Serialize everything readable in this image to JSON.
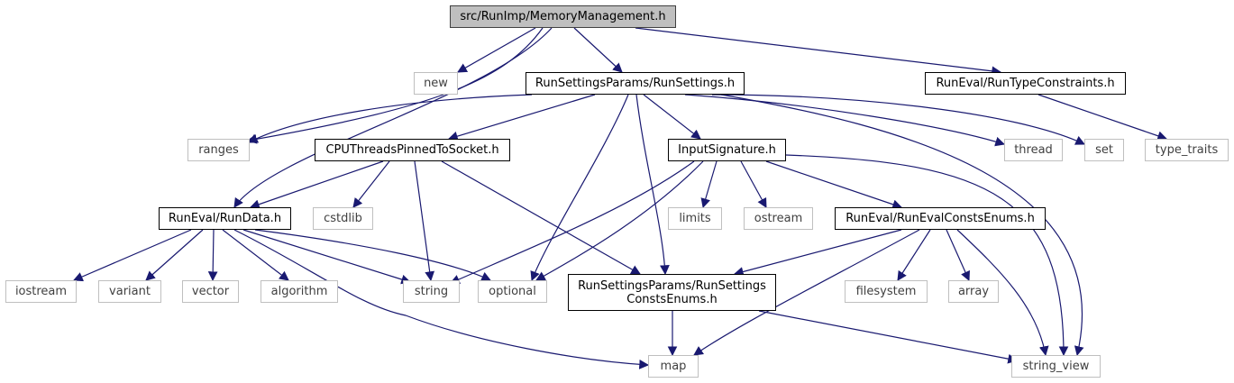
{
  "title": "src/RunImp/MemoryManagement.h",
  "colors": {
    "edge": "#191970",
    "local_border": "#000000",
    "system_border": "#bfbfbf",
    "root_fill": "#bfbfbf"
  },
  "nodes": {
    "memory_management": {
      "label": "src/RunImp/MemoryManagement.h",
      "kind": "root"
    },
    "new": {
      "label": "new",
      "kind": "system"
    },
    "run_settings": {
      "label": "RunSettingsParams/RunSettings.h",
      "kind": "local"
    },
    "run_type_constraints": {
      "label": "RunEval/RunTypeConstraints.h",
      "kind": "local"
    },
    "ranges": {
      "label": "ranges",
      "kind": "system"
    },
    "cpu_threads": {
      "label": "CPUThreadsPinnedToSocket.h",
      "kind": "local"
    },
    "input_signature": {
      "label": "InputSignature.h",
      "kind": "local"
    },
    "thread": {
      "label": "thread",
      "kind": "system"
    },
    "set": {
      "label": "set",
      "kind": "system"
    },
    "type_traits": {
      "label": "type_traits",
      "kind": "system"
    },
    "run_data": {
      "label": "RunEval/RunData.h",
      "kind": "local"
    },
    "cstdlib": {
      "label": "cstdlib",
      "kind": "system"
    },
    "limits": {
      "label": "limits",
      "kind": "system"
    },
    "ostream": {
      "label": "ostream",
      "kind": "system"
    },
    "run_eval_consts_enums": {
      "label": "RunEval/RunEvalConstsEnums.h",
      "kind": "local"
    },
    "iostream": {
      "label": "iostream",
      "kind": "system"
    },
    "variant": {
      "label": "variant",
      "kind": "system"
    },
    "vector": {
      "label": "vector",
      "kind": "system"
    },
    "algorithm": {
      "label": "algorithm",
      "kind": "system"
    },
    "string": {
      "label": "string",
      "kind": "system"
    },
    "optional": {
      "label": "optional",
      "kind": "system"
    },
    "run_settings_consts_enums": {
      "label_line1": "RunSettingsParams/RunSettings",
      "label_line2": "ConstsEnums.h",
      "kind": "local"
    },
    "filesystem": {
      "label": "filesystem",
      "kind": "system"
    },
    "array": {
      "label": "array",
      "kind": "system"
    },
    "map": {
      "label": "map",
      "kind": "system"
    },
    "string_view": {
      "label": "string_view",
      "kind": "system"
    }
  },
  "edges": [
    [
      "memory_management",
      "new"
    ],
    [
      "memory_management",
      "run_settings"
    ],
    [
      "memory_management",
      "run_type_constraints"
    ],
    [
      "memory_management",
      "ranges"
    ],
    [
      "memory_management",
      "run_data"
    ],
    [
      "run_settings",
      "ranges"
    ],
    [
      "run_settings",
      "cpu_threads"
    ],
    [
      "run_settings",
      "input_signature"
    ],
    [
      "run_settings",
      "thread"
    ],
    [
      "run_settings",
      "set"
    ],
    [
      "run_settings",
      "optional"
    ],
    [
      "run_settings",
      "run_settings_consts_enums"
    ],
    [
      "run_settings",
      "string_view"
    ],
    [
      "run_type_constraints",
      "type_traits"
    ],
    [
      "cpu_threads",
      "run_data"
    ],
    [
      "cpu_threads",
      "cstdlib"
    ],
    [
      "cpu_threads",
      "string"
    ],
    [
      "cpu_threads",
      "run_settings_consts_enums"
    ],
    [
      "input_signature",
      "limits"
    ],
    [
      "input_signature",
      "ostream"
    ],
    [
      "input_signature",
      "run_eval_consts_enums"
    ],
    [
      "input_signature",
      "string"
    ],
    [
      "input_signature",
      "optional"
    ],
    [
      "input_signature",
      "string_view"
    ],
    [
      "run_data",
      "iostream"
    ],
    [
      "run_data",
      "variant"
    ],
    [
      "run_data",
      "vector"
    ],
    [
      "run_data",
      "algorithm"
    ],
    [
      "run_data",
      "string"
    ],
    [
      "run_data",
      "optional"
    ],
    [
      "run_data",
      "map"
    ],
    [
      "run_eval_consts_enums",
      "run_settings_consts_enums"
    ],
    [
      "run_eval_consts_enums",
      "filesystem"
    ],
    [
      "run_eval_consts_enums",
      "array"
    ],
    [
      "run_eval_consts_enums",
      "map"
    ],
    [
      "run_eval_consts_enums",
      "string_view"
    ],
    [
      "run_settings_consts_enums",
      "map"
    ],
    [
      "run_settings_consts_enums",
      "string_view"
    ]
  ]
}
